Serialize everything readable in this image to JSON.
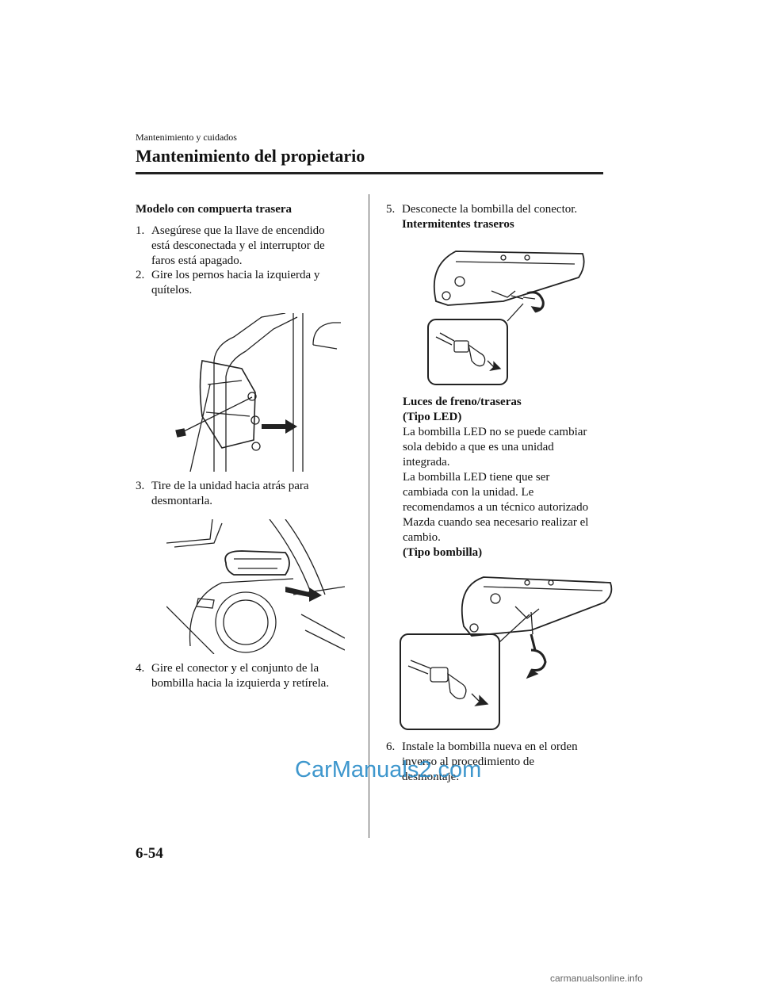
{
  "header": {
    "section_small": "Mantenimiento y cuidados",
    "section_title": "Mantenimiento del propietario"
  },
  "left": {
    "heading": "Modelo con compuerta trasera",
    "step1_num": "1.",
    "step1_l1": "Asegúrese que la llave de encendido",
    "step1_l2": "está desconectada y el interruptor de",
    "step1_l3": "faros está apagado.",
    "step2_num": "2.",
    "step2_l1": "Gire los pernos hacia la izquierda y",
    "step2_l2": "quítelos.",
    "step3_num": "3.",
    "step3_l1": "Tire de la unidad hacia atrás para",
    "step3_l2": "desmontarla.",
    "step4_num": "4.",
    "step4_l1": "Gire el conector y el conjunto de la",
    "step4_l2": "bombilla hacia la izquierda y retírela."
  },
  "right": {
    "step5_num": "5.",
    "step5_l1": "Desconecte la bombilla del conector.",
    "sub1": "Intermitentes traseros",
    "sub2": "Luces de freno/traseras",
    "sub3": "(Tipo LED)",
    "led_l1": "La bombilla LED no se puede cambiar",
    "led_l2": "sola debido a que es una unidad",
    "led_l3": "integrada.",
    "led_l4": "La bombilla LED tiene que ser",
    "led_l5": "cambiada con la unidad. Le",
    "led_l6": "recomendamos a un técnico autorizado",
    "led_l7": "Mazda cuando sea necesario realizar el",
    "led_l8": "cambio.",
    "sub4": "(Tipo bombilla)",
    "step6_num": "6.",
    "step6_l1": "Instale la bombilla nueva en el orden",
    "step6_l2": "inverso al procedimiento de",
    "step6_l3": "desmontaje."
  },
  "footer": {
    "page_number": "6-54",
    "watermark": "CarManuals2.com",
    "site": "carmanualsonline.info"
  }
}
